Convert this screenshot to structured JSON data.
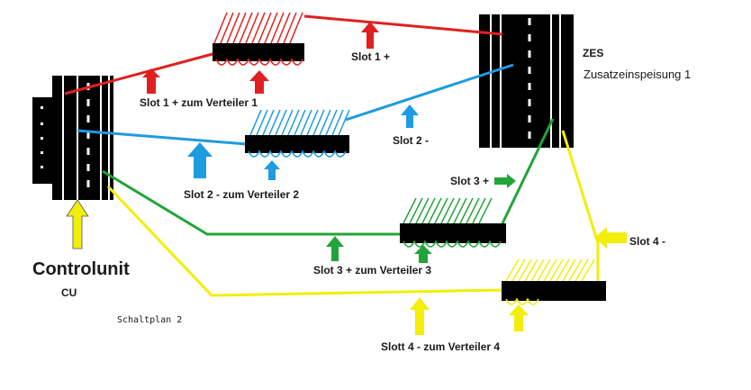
{
  "labels": {
    "slot1_plus": "Slot 1 +",
    "slot1_to_dist": "Slot 1 + zum Verteiler 1",
    "slot2_minus": "Slot 2 -",
    "slot2_to_dist": "Slot 2 - zum Verteiler 2",
    "slot3_plus": "Slot 3 +",
    "slot3_to_dist": "Slot 3 + zum Verteiler 3",
    "slot4_minus": "Slot 4 -",
    "slot4_to_dist": "Slott 4 - zum Verteiler 4",
    "controlunit": "Controlunit",
    "cu": "CU",
    "zes": "ZES",
    "zes_full": "Zusatzeinspeisung 1",
    "schaltplan": "Schaltplan 2"
  },
  "colors": {
    "slot1": "#e02020",
    "slot2": "#1f9be0",
    "slot3": "#22a43a",
    "slot4": "#f2ee0a",
    "track": "#000000"
  }
}
